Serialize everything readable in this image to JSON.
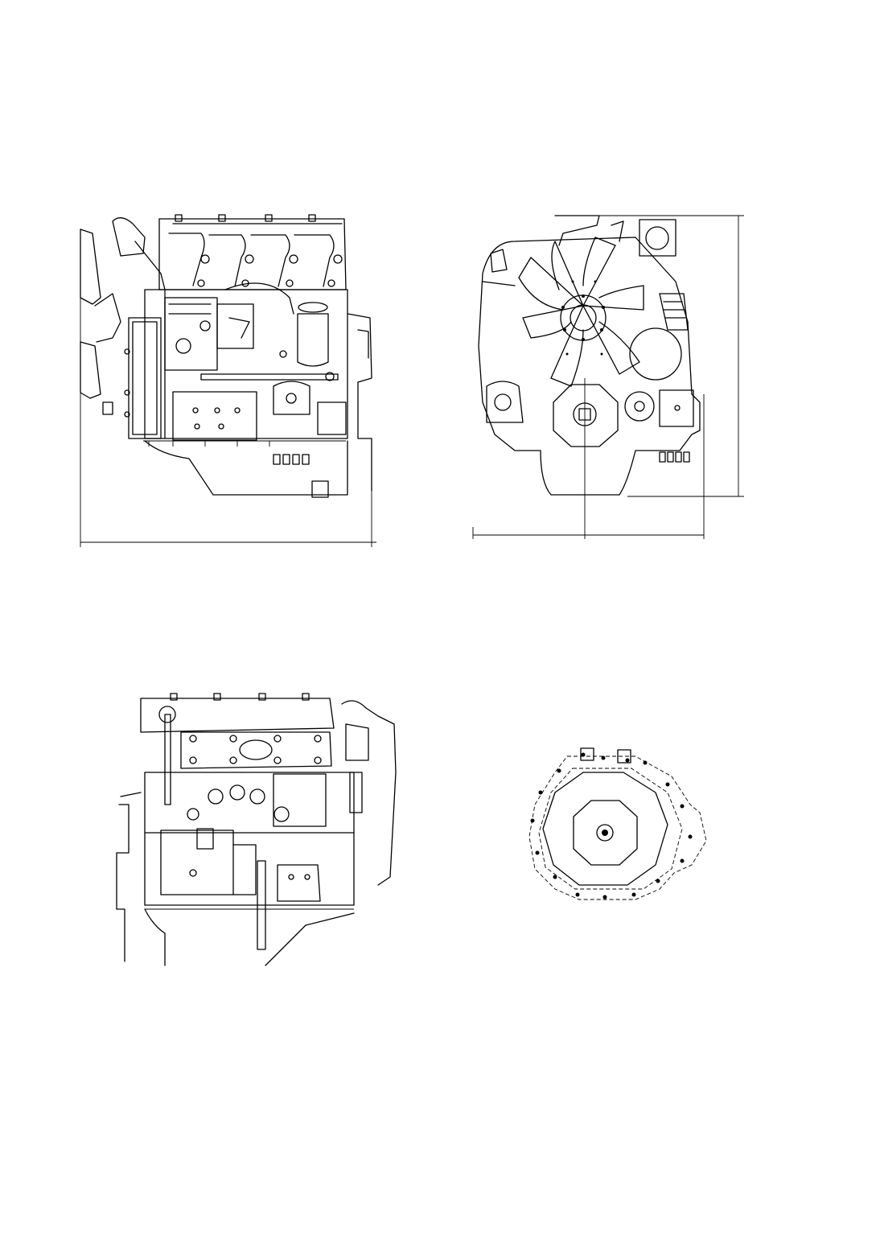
{
  "views": [
    {
      "id": "side-left"
    },
    {
      "id": "front"
    },
    {
      "id": "side-right"
    },
    {
      "id": "rear"
    }
  ],
  "dimensions": {
    "overall_length": "",
    "front_left": "",
    "front_right": "",
    "height": ""
  }
}
